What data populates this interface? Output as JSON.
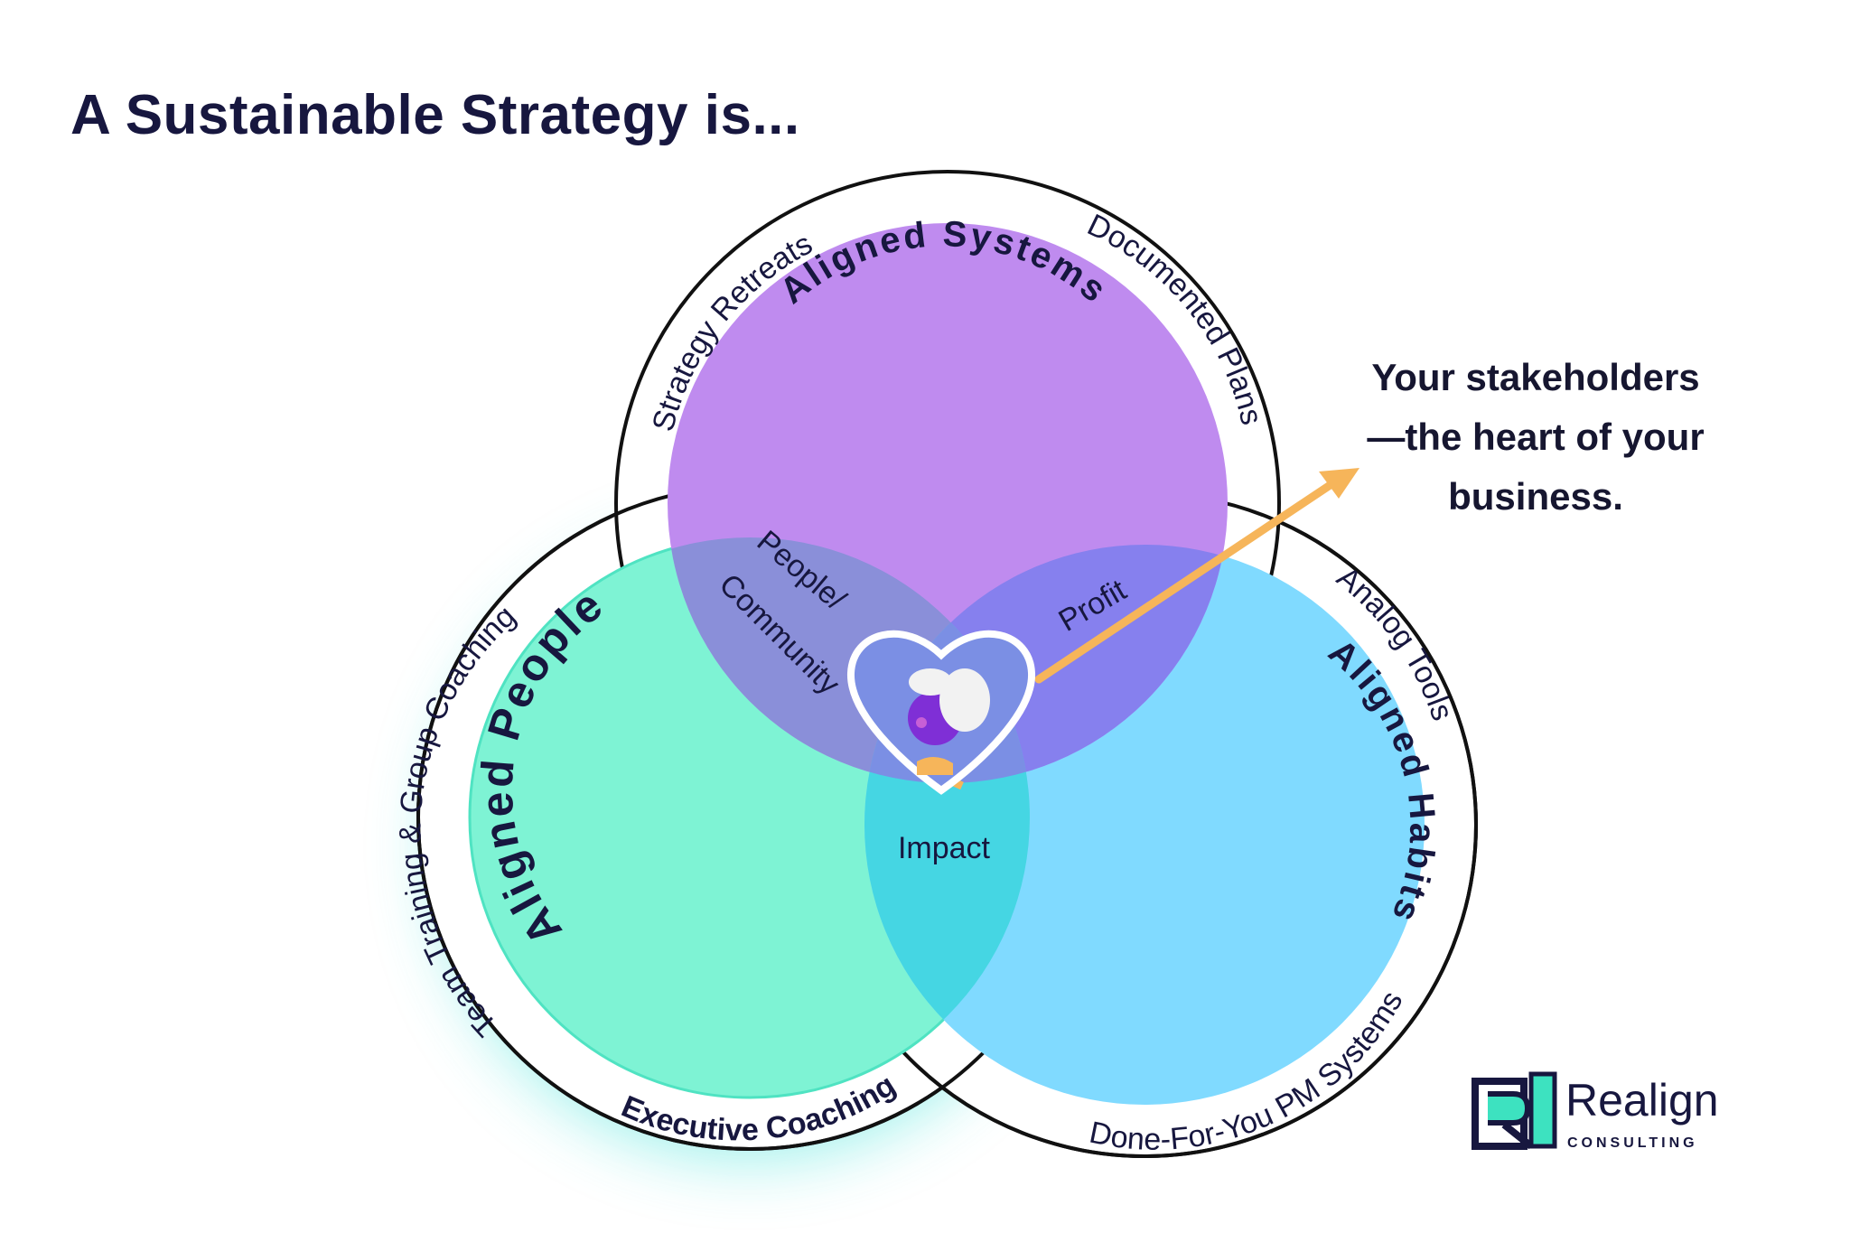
{
  "title": "A Sustainable Strategy is...",
  "circles": {
    "systems": {
      "label": "Aligned Systems",
      "color": "#bf8bef",
      "offerings": [
        "Strategy Retreats",
        "Documented Plans"
      ]
    },
    "people": {
      "label": "Aligned People",
      "color": "#7ef3d4",
      "offerings": [
        "Team Training & Group Coaching",
        "Executive Coaching"
      ]
    },
    "habits": {
      "label": "Aligned Habits",
      "color": "#80daff",
      "offerings": [
        "Analog Tools",
        "Done-For-You PM Systems"
      ]
    }
  },
  "intersections": {
    "systems_people": [
      "People/",
      "Community"
    ],
    "systems_habits": "Profit",
    "people_habits": "Impact"
  },
  "center_icon": "heart-with-person-icon",
  "callout": [
    "Your stakeholders",
    "—the heart of your",
    "business."
  ],
  "logo": {
    "word": "Realign",
    "sub": "CONSULTING"
  },
  "colors": {
    "title": "#17173f",
    "arrow": "#f6b55a",
    "glow": "#3de2d8",
    "outline": "#111111"
  }
}
